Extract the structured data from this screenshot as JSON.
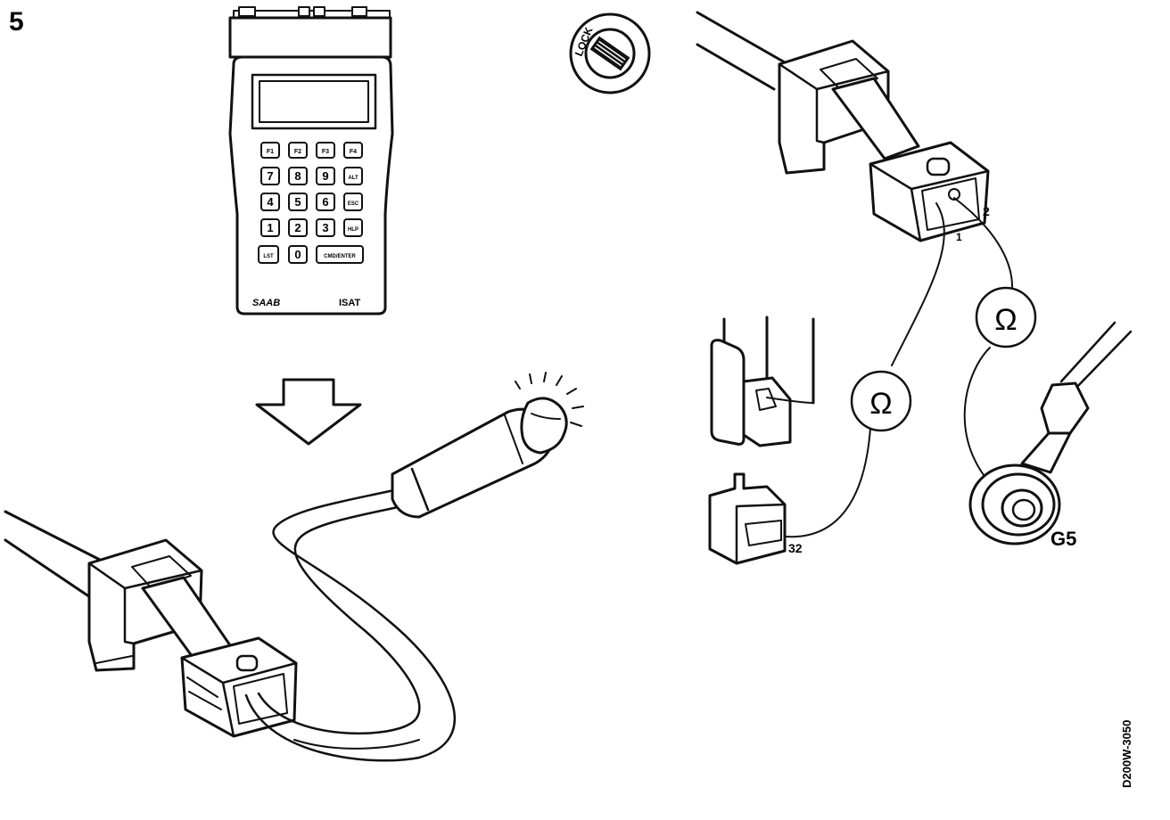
{
  "figure": {
    "step_number": "5",
    "doc_code": "D200W-3050"
  },
  "tester": {
    "brand": "SAAB",
    "model": "ISAT",
    "keys": {
      "f1": "F1",
      "f2": "F2",
      "f3": "F3",
      "f4": "F4",
      "k7": "7",
      "k8": "8",
      "k9": "9",
      "alt": "ALT",
      "k4": "4",
      "k5": "5",
      "k6": "6",
      "esc": "ESC",
      "k1": "1",
      "k2": "2",
      "k3": "3",
      "hlp": "HLP",
      "lst": "LST",
      "k0": "0",
      "cmd": "CMD/ENTER"
    }
  },
  "ignition": {
    "lock_label": "LOCK"
  },
  "meter": {
    "symbol": "Ω"
  },
  "connector": {
    "pin_1": "1",
    "pin_2": "2",
    "pin_32": "32",
    "ground_label": "G5"
  }
}
